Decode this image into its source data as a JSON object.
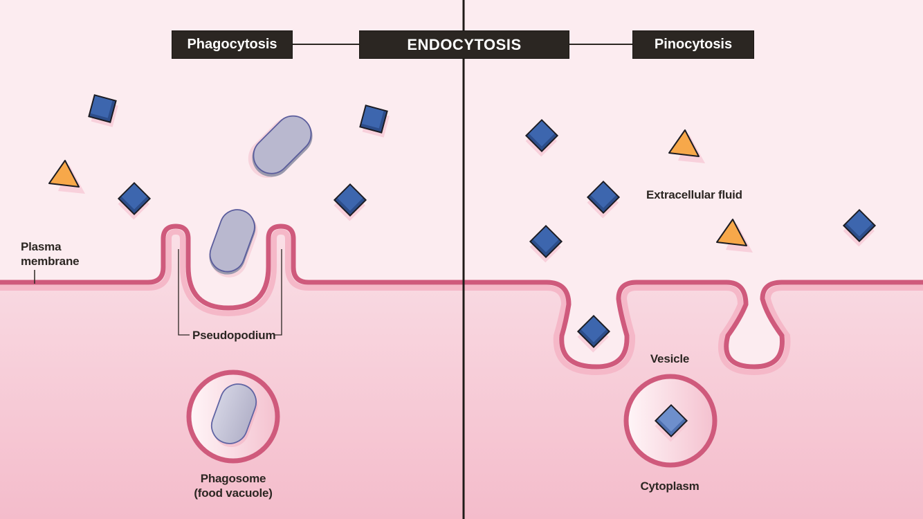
{
  "title": "ENDOCYTOSIS",
  "sections": {
    "left": "Phagocytosis",
    "right": "Pinocytosis"
  },
  "labels": {
    "plasma_membrane": [
      "Plasma",
      "membrane"
    ],
    "pseudopodium": "Pseudopodium",
    "phagosome": [
      "Phagosome",
      "(food vacuole)"
    ],
    "extracellular_fluid": "Extracellular fluid",
    "vesicle": "Vesicle",
    "cytoplasm": "Cytoplasm"
  },
  "colors": {
    "background_outside": "#fcecf0",
    "background_inside": "#f4bfcd",
    "membrane": "#cf5a7c",
    "membrane_inner": "#f5b8c8",
    "title_box": "#2b2622",
    "molecule_square": "#3a63ad",
    "molecule_triangle": "#f7a84a",
    "particle": "#b9b8cf"
  }
}
